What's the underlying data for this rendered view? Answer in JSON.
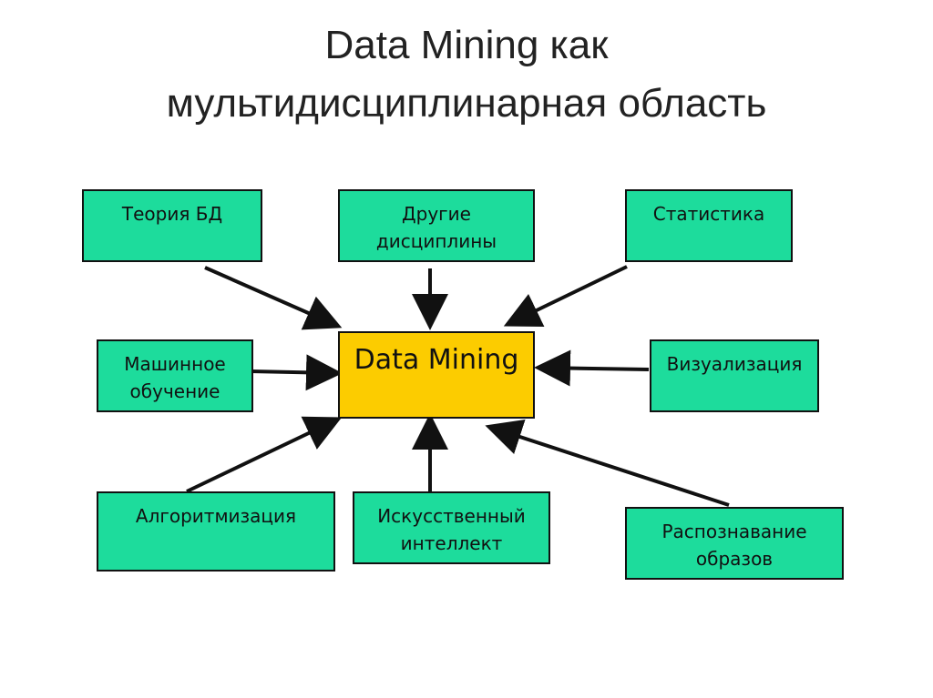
{
  "title": {
    "line1": "Data Mining как",
    "line2": "мультидисциплинарная область"
  },
  "center": {
    "label": "Data Mining"
  },
  "boxes": [
    {
      "label": "Теория  БД"
    },
    {
      "label1": "Другие",
      "label2": "дисциплины"
    },
    {
      "label": "Статистика"
    },
    {
      "label1": "Машинное",
      "label2": "обучение"
    },
    {
      "label": "Визуализация"
    },
    {
      "label": "Алгоритмизация"
    },
    {
      "label1": "Искусственный",
      "label2": "интеллект"
    },
    {
      "label1": "Распознавание",
      "label2": "образов"
    }
  ],
  "colors": {
    "box_fill": "#1ddc9c",
    "center_fill": "#fccc00",
    "arrow": "#111111"
  }
}
